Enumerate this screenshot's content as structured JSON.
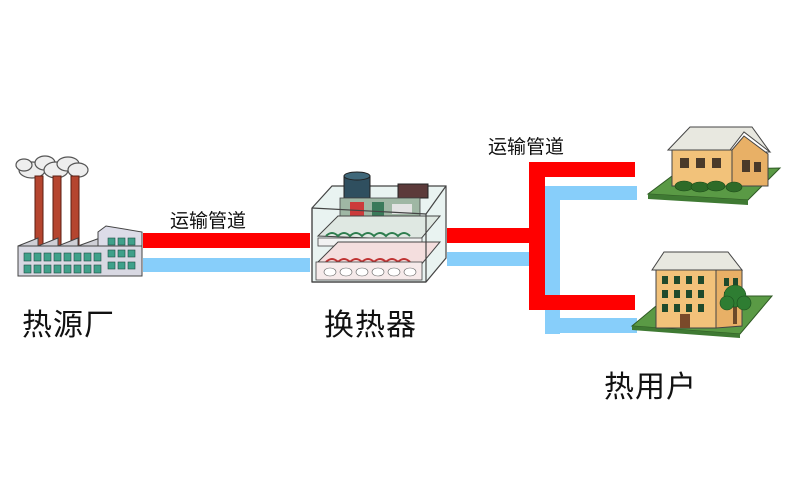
{
  "labels": {
    "heat_source": "热源厂",
    "heat_exchanger": "换热器",
    "heat_users": "热用户",
    "pipe_left": "运输管道",
    "pipe_right": "运输管道"
  },
  "colors": {
    "supply_pipe": "#ff0000",
    "return_pipe": "#87cefa",
    "ground": "#5a9a45",
    "house_wall": "#f2c27a",
    "roof": "#e8e8e0",
    "factory_brick": "#b5452f"
  },
  "icons": {
    "factory": "factory-icon",
    "exchanger": "heat-exchanger-icon",
    "house": "house-icon",
    "apartment": "apartment-building-icon"
  }
}
